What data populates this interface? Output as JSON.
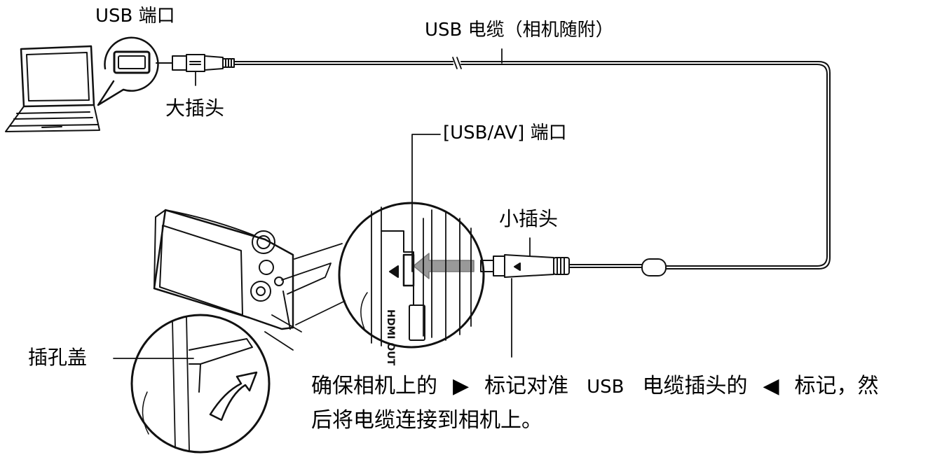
{
  "labels": {
    "usb_port": "USB 端口",
    "usb_cable": "USB 电缆（相机随附）",
    "large_plug": "大插头",
    "usb_av_port": "[USB/AV] 端口",
    "small_plug": "小插头",
    "cover": "插孔盖",
    "hdmi": "HDMI OUT"
  },
  "note": {
    "part1": "确保相机上的",
    "mark_right": "▶",
    "part2": "标记对准",
    "usb": "USB",
    "part3": "电缆插头的",
    "mark_left": "◀",
    "part4": "标记，然",
    "line2": "后将电缆连接到相机上。"
  }
}
